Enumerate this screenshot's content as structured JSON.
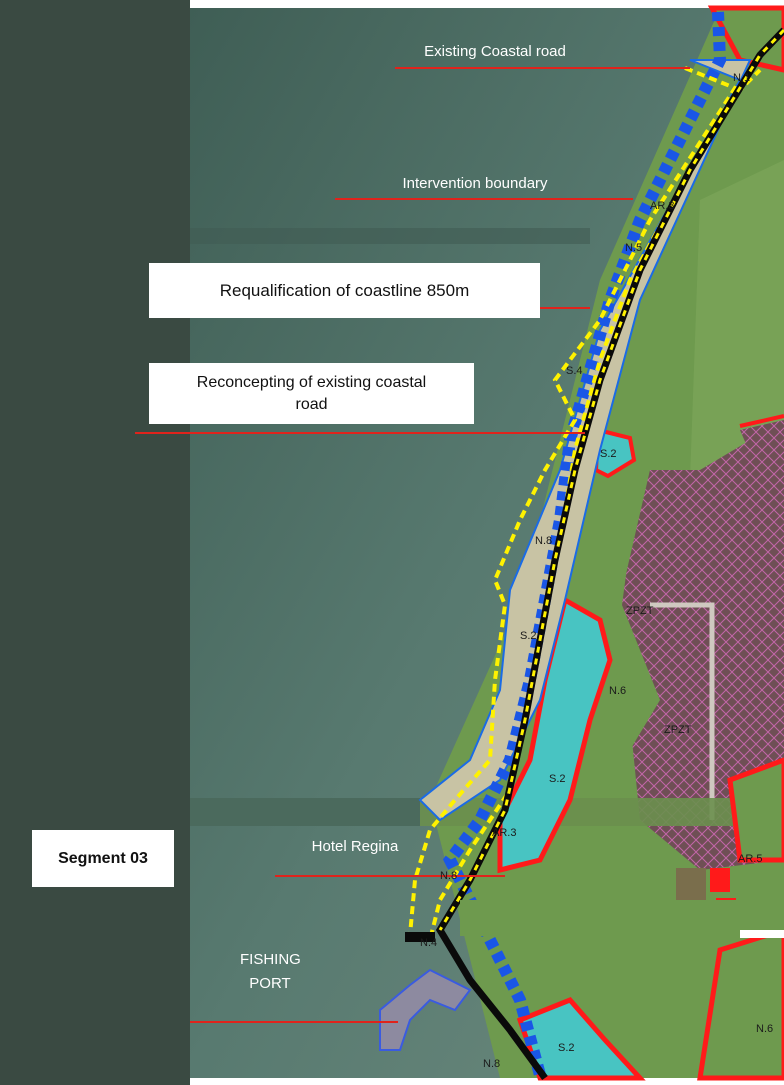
{
  "annotations": {
    "existing_coastal_road": "Existing Coastal road",
    "intervention_boundary": "Intervention boundary",
    "requalification": "Requalification of coastline 850m",
    "reconcepting": "Reconcepting of existing coastal road",
    "hotel_regina": "Hotel Regina",
    "fishing_port": "FISHING PORT",
    "segment": "Segment 03"
  },
  "zone_labels": [
    "N.1",
    "AR.3",
    "N.5",
    "S.4",
    "S.2",
    "N.8",
    "ZPZT",
    "S.2",
    "N.6",
    "ZPZT",
    "S.2",
    "AR.3",
    "N.8",
    "AR.5",
    "N.4",
    "S.2",
    "N.8",
    "N.6"
  ],
  "colors": {
    "page_bg": "#3a4a42",
    "sea": "#4a6b62",
    "land": "#6e9a4e",
    "beach": "#c8c3a4",
    "zone_fill": "#48c4c2",
    "zone_border": "#ff1a1a",
    "boundary": "#fff200",
    "road": "#0a0a0a",
    "blocks": "#1a56e6",
    "hatch": "#c266a8",
    "arrow": "#e0231c"
  }
}
